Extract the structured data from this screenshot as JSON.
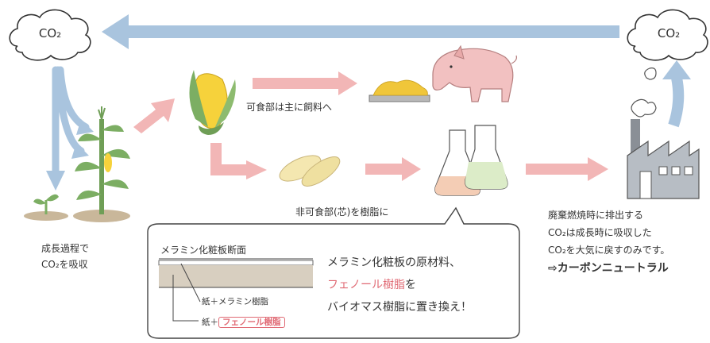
{
  "clouds": {
    "left_label": "CO₂",
    "right_label": "CO₂"
  },
  "labels": {
    "edible": "可食部は主に飼料へ",
    "inedible": "非可食部(芯)を樹脂に",
    "growth_line1": "成長過程で",
    "growth_line2": "CO₂を吸収",
    "emit_line1": "廃棄燃焼時に排出する",
    "emit_line2": "CO₂は成長時に吸収した",
    "emit_line3": "CO₂を大気に戻すのみです。",
    "emit_line4": "⇨カーボンニュートラル"
  },
  "callout": {
    "section_title": "メラミン化粧板断面",
    "layer_top_label": "紙＋メラミン樹脂",
    "layer_bottom_prefix": "紙＋",
    "layer_bottom_highlight": "フェノール樹脂",
    "line1": "メラミン化粧板の原材料、",
    "line2_highlight": "フェノール樹脂",
    "line2_suffix": "を",
    "line3": "バイオマス樹脂に置き換え！"
  },
  "colors": {
    "blue_arrow": "#a9c4de",
    "pink_arrow": "#f2b6b6",
    "highlight_red": "#e06a74",
    "corn_yellow": "#f6d23b",
    "leaf_green": "#7cae63"
  },
  "icons": [
    "cloud-icon",
    "corn-icon",
    "pig-icon",
    "flask-icon",
    "factory-icon",
    "plant-icon"
  ]
}
